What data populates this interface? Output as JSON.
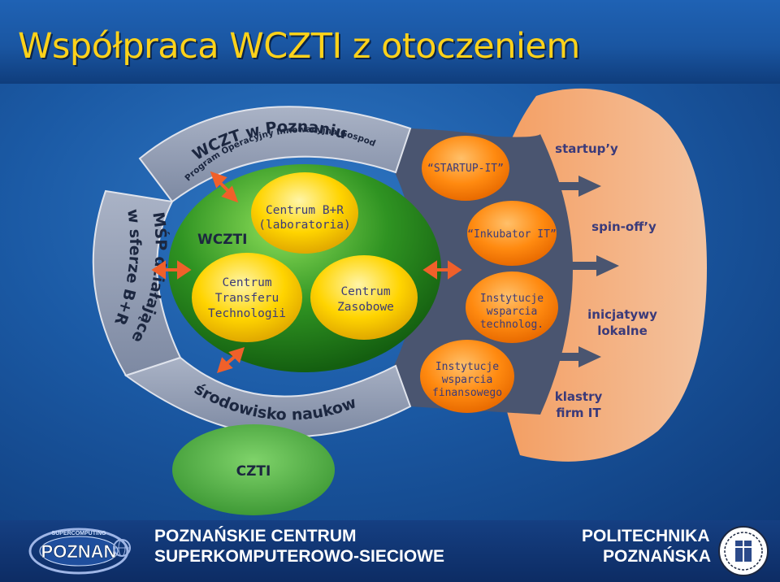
{
  "title": "Współpraca WCZTI z otoczeniem",
  "ring": {
    "top_title": "WCZT w Poznaniu",
    "top_sub": "Program Operacyjny Innowacyjna Gospodarka",
    "left_line1": "MŚP działające",
    "left_line2": "w sferze B+R",
    "bottom": "środowisko naukowe"
  },
  "core": {
    "label": "WCZTI",
    "node_br_line1": "Centrum B+R",
    "node_br_line2": "(laboratoria)",
    "node_transfer_line1": "Centrum",
    "node_transfer_line2": "Transferu",
    "node_transfer_line3": "Technologii",
    "node_zasobowe_line1": "Centrum",
    "node_zasobowe_line2": "Zasobowe"
  },
  "czti": "CZTI",
  "middle": {
    "startup": "“STARTUP-IT”",
    "inkubator": "“Inkubator IT”",
    "instytucje_tech_line1": "Instytucje",
    "instytucje_tech_line2": "wsparcia",
    "instytucje_tech_line3": "technolog.",
    "instytucje_fin_line1": "Instytucje",
    "instytucje_fin_line2": "wsparcia",
    "instytucje_fin_line3": "finansowego"
  },
  "outputs": {
    "startups": "startup’y",
    "spinoffs": "spin-off’y",
    "inicjatywy_line1": "inicjatywy",
    "inicjatywy_line2": "lokalne",
    "klastry_line1": "klastry",
    "klastry_line2": "firm IT"
  },
  "footer": {
    "logo_text": "POZNAN",
    "logo_ring_text": "SUPERCOMPUTING",
    "center_line1": "POZNAŃSKIE CENTRUM",
    "center_line2": "SUPERKOMPUTEROWO-SIECIOWE",
    "right_line1": "POLITECHNIKA",
    "right_line2": "POZNAŃSKA"
  },
  "colors": {
    "title": "#ffd21a",
    "background_blue": "#1b5aa5",
    "ring_gray": "#8a96ad",
    "green_core": "#2e8b1f",
    "yellow_node": "#ffd400",
    "orange_node": "#ff8a10",
    "peach_fan": "#ffb27a",
    "slate_fan": "#4a5570"
  }
}
